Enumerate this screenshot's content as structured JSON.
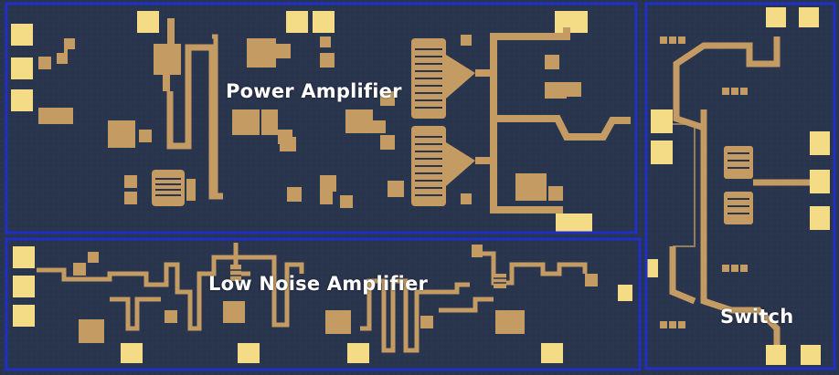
{
  "labels": {
    "power_amplifier": "Power Amplifier",
    "low_noise_amplifier": "Low Noise Amplifier",
    "switch": "Switch"
  },
  "colors": {
    "substrate": "#29344d",
    "substrate_dark": "#1e2840",
    "metal": "#c39b63",
    "metal_dark": "#9b7648",
    "pad": "#f4dc86",
    "frame": "#1f2fc7",
    "label_text": "#ffffff"
  }
}
